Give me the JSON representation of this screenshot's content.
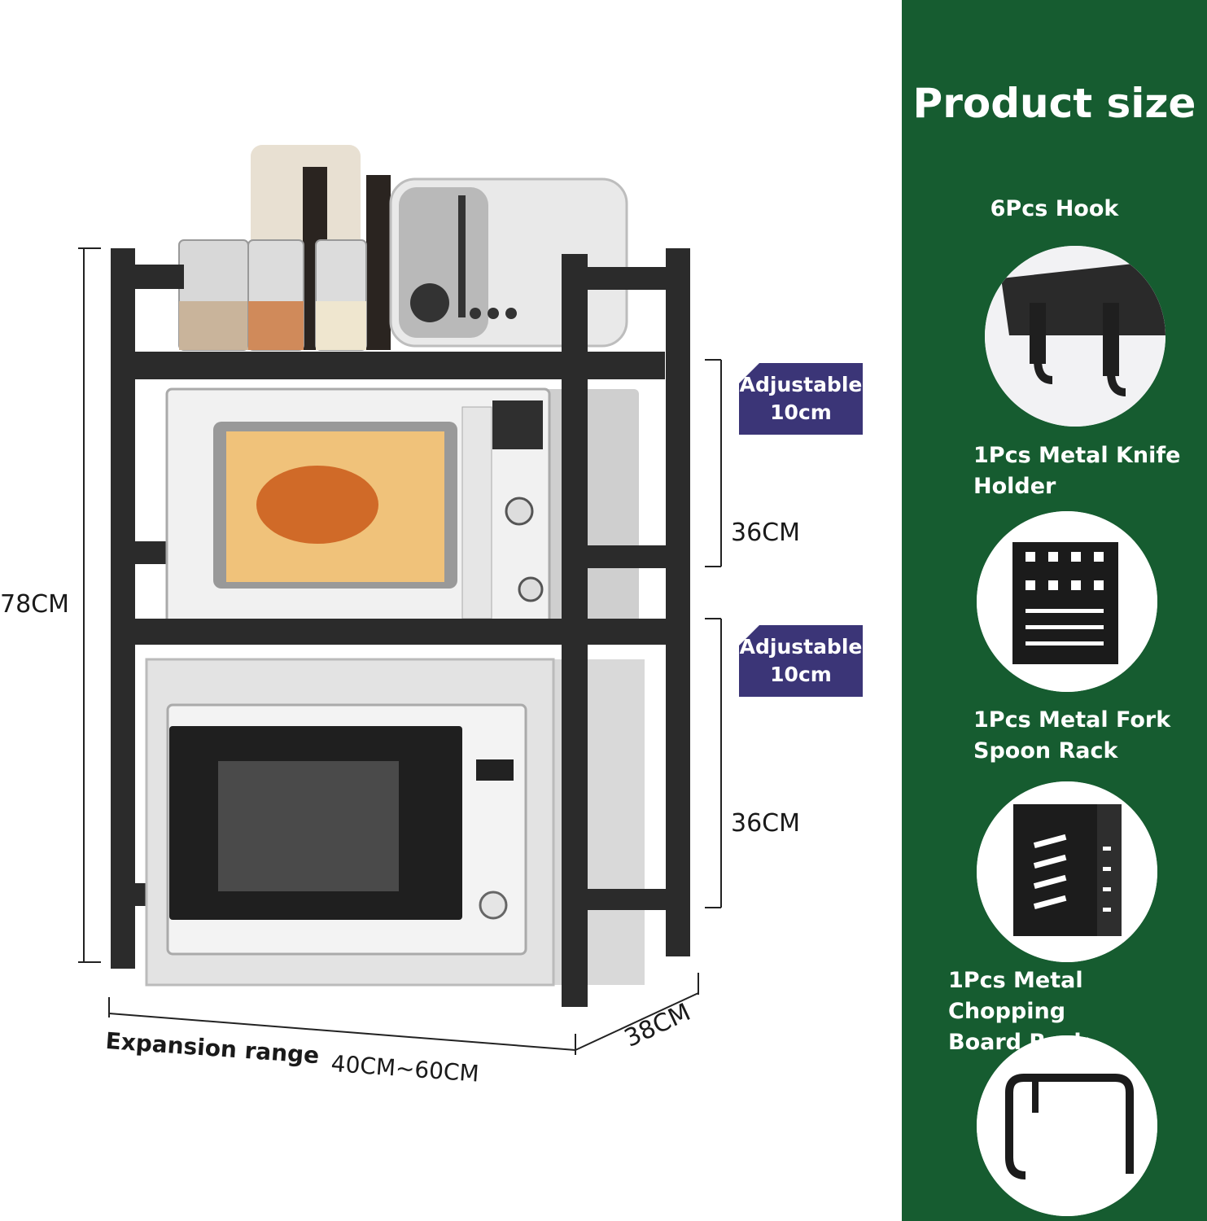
{
  "dimensions": {
    "height_total": "78CM",
    "upper_shelf_height": "36CM",
    "lower_shelf_height": "36CM",
    "depth": "38CM",
    "expansion_label": "Expansion range",
    "expansion_value": "40CM~60CM"
  },
  "badges": [
    {
      "line1": "Adjustable",
      "line2": "10cm"
    },
    {
      "line1": "Adjustable",
      "line2": "10cm"
    }
  ],
  "side_panel": {
    "title": "Product size",
    "accessories": [
      {
        "label": "6Pcs Hook",
        "icon": "hook-icon"
      },
      {
        "label": "1Pcs Metal Knife\nHolder",
        "icon": "knife-holder-icon"
      },
      {
        "label": "1Pcs Metal Fork\nSpoon Rack",
        "icon": "fork-spoon-rack-icon"
      },
      {
        "label": "1Pcs Metal Chopping\nBoard Rack",
        "icon": "chopping-board-rack-icon"
      }
    ]
  },
  "colors": {
    "panel_green": "#165c30",
    "badge_purple": "#3b3577",
    "rack_black": "#2b2b2b"
  }
}
